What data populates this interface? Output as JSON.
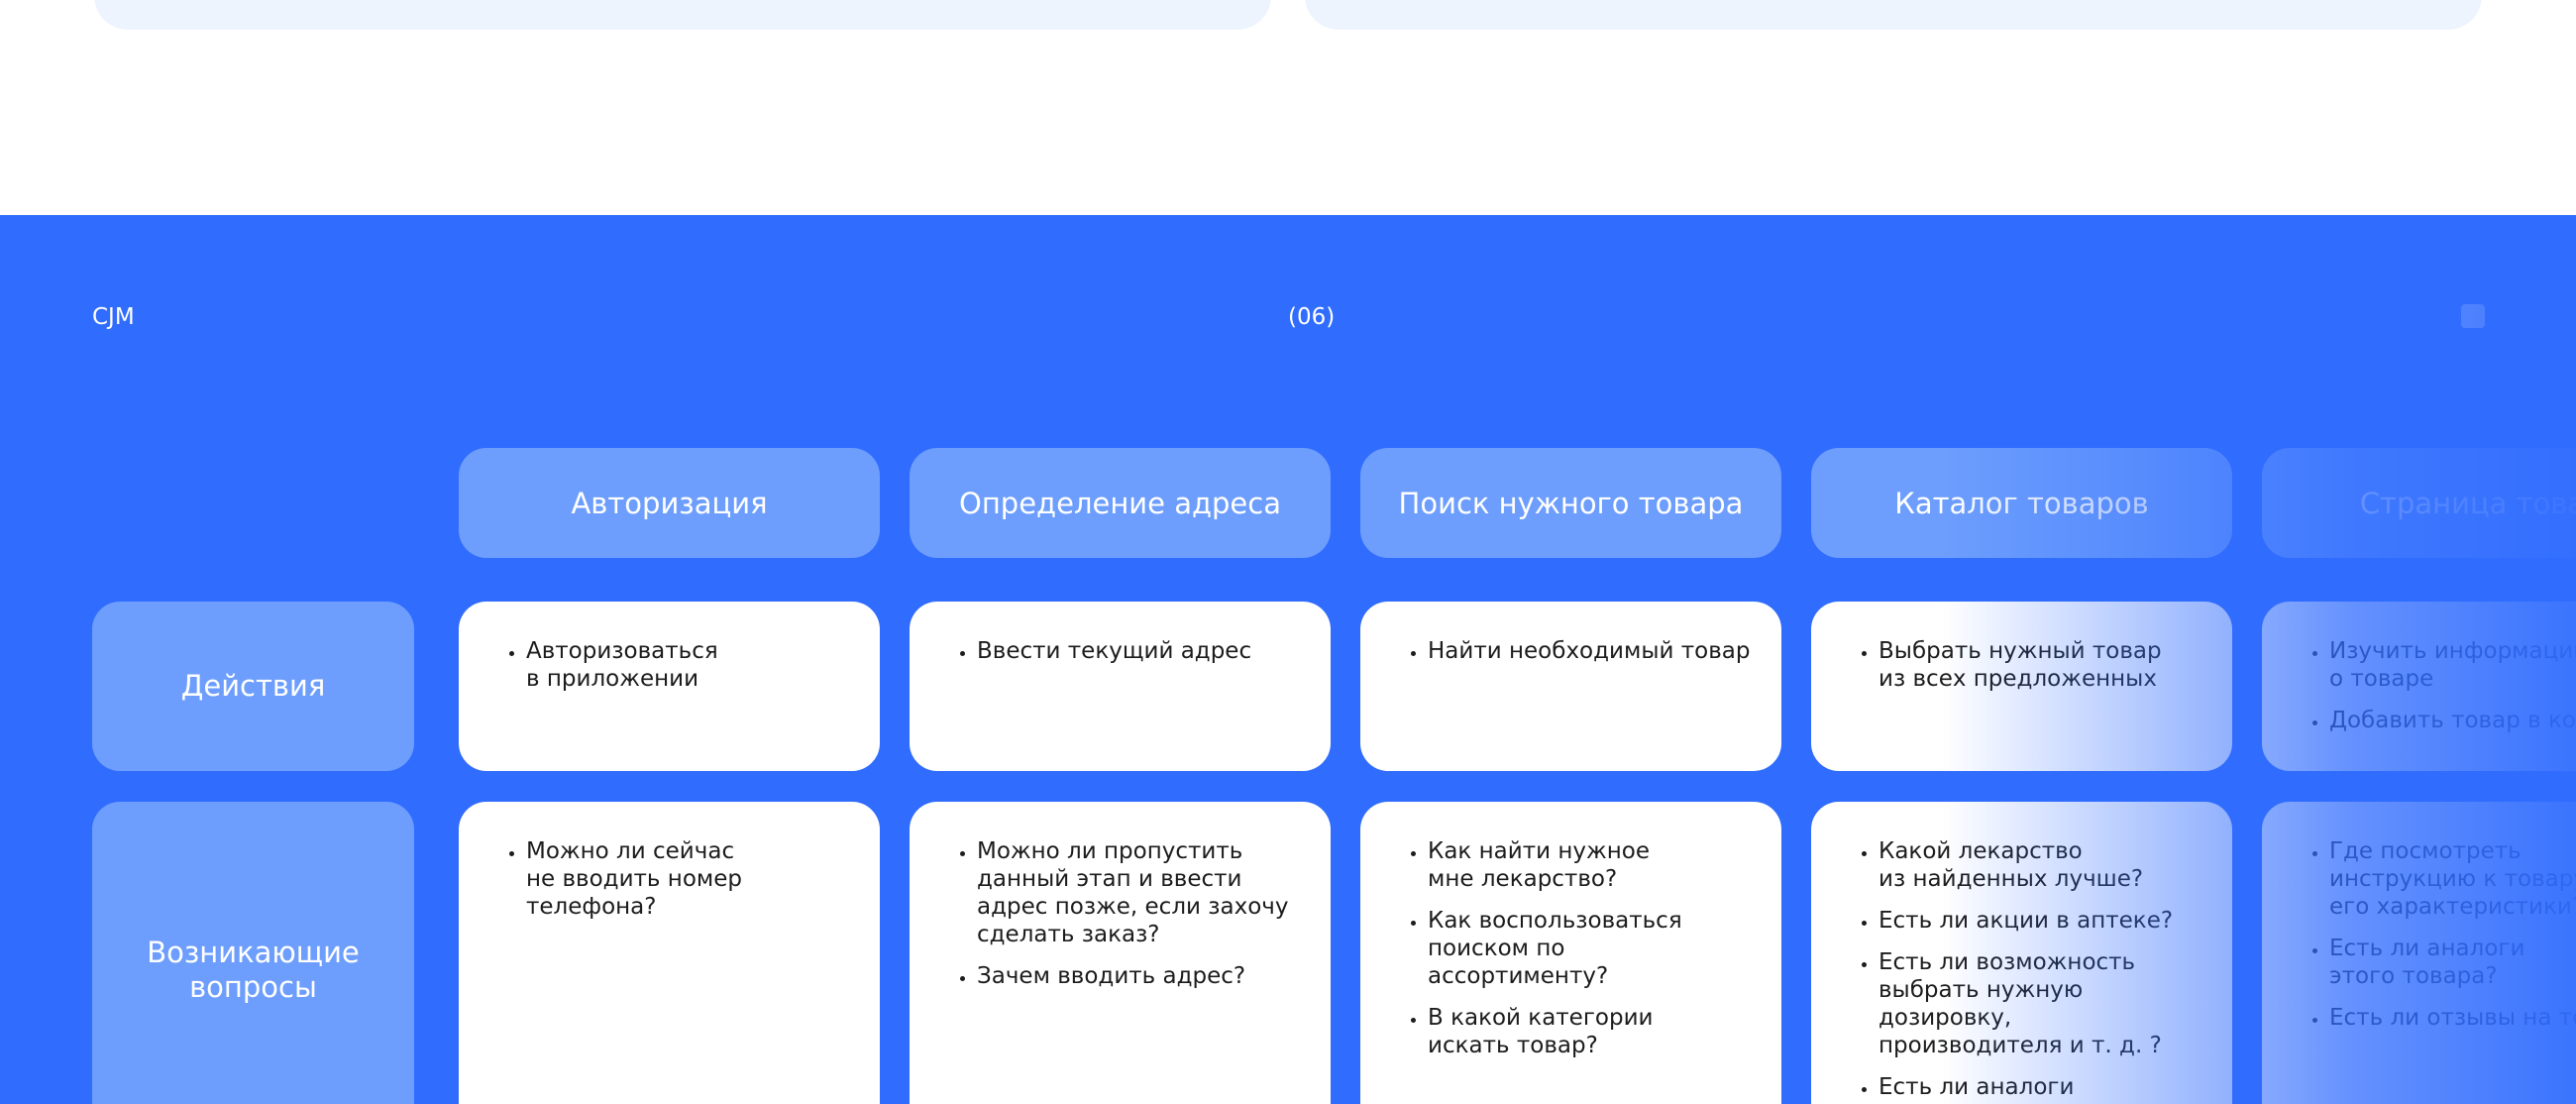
{
  "section": {
    "label": "CJM",
    "number": "(06)"
  },
  "stages": [
    "Авторизация",
    "Определение адреса",
    "Поиск нужного товара",
    "Каталог товаров",
    "Страница това"
  ],
  "rows": {
    "actions_label": "Действия",
    "questions_label": "Возникающие\nвопросы"
  },
  "actions": [
    [
      "Авторизоваться\nв приложении"
    ],
    [
      "Ввести текущий адрес"
    ],
    [
      "Найти необходимый товар"
    ],
    [
      "Выбрать нужный товар\nиз всех предложенных"
    ],
    [
      "Изучить информацию\nо товаре",
      "Добавить товар в корзину"
    ]
  ],
  "questions": [
    [
      "Можно ли сейчас\nне вводить номер телефона?"
    ],
    [
      "Можно ли пропустить\nданный этап и ввести\nадрес позже, если захочу\nсделать заказ?",
      "Зачем вводить адрес?"
    ],
    [
      "Как найти нужное\nмне лекарство?",
      "Как воспользоваться\nпоиском по ассортименту?",
      "В какой категории\nискать товар?"
    ],
    [
      "Какой лекарство\nиз найденных лучше?",
      "Есть ли акции в аптеке?",
      "Есть ли возможность\nвыбрать нужную дозировку,\nпроизводителя и т. д. ?",
      "Есть ли аналоги\nэтого товара?"
    ],
    [
      "Где посмотреть\nинструкцию к товару\nего характеристики?",
      "Есть ли аналоги\nэтого товара?",
      "Есть ли отзывы на товар?"
    ]
  ],
  "colors": {
    "section_bg": "#306cfe",
    "tile_bg": "#6d9efd",
    "card_bg": "#ffffff",
    "top_card_bg": "#eef4fd"
  }
}
